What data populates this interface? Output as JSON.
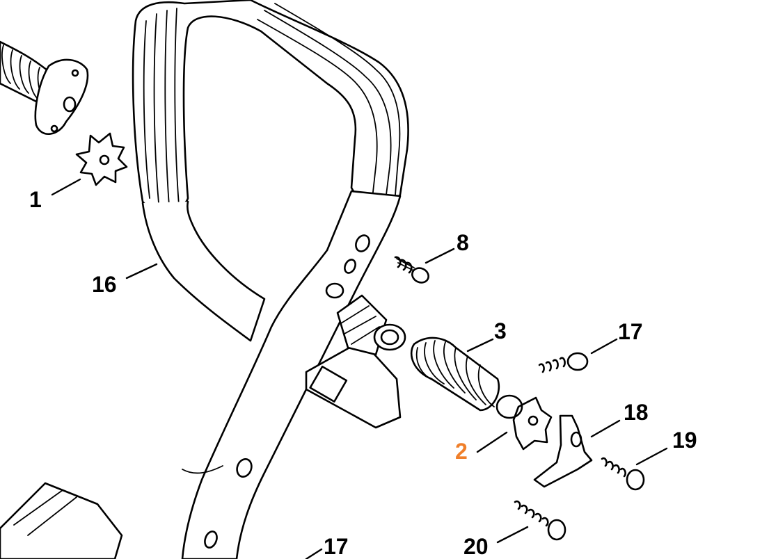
{
  "parts": [
    {
      "id": "part-1",
      "number": "1",
      "highlighted": false
    },
    {
      "id": "part-2",
      "number": "2",
      "highlighted": true
    },
    {
      "id": "part-3",
      "number": "3",
      "highlighted": false
    },
    {
      "id": "part-8",
      "number": "8",
      "highlighted": false
    },
    {
      "id": "part-16",
      "number": "16",
      "highlighted": false
    },
    {
      "id": "part-17a",
      "number": "17",
      "highlighted": false
    },
    {
      "id": "part-17b",
      "number": "17",
      "highlighted": false
    },
    {
      "id": "part-18",
      "number": "18",
      "highlighted": false
    },
    {
      "id": "part-19",
      "number": "19",
      "highlighted": false
    },
    {
      "id": "part-20",
      "number": "20",
      "highlighted": false
    }
  ],
  "colors": {
    "highlight": "#f07f2a",
    "line": "#000000",
    "label": "#000000",
    "highlight_label": "#f07f2a",
    "background": "#ffffff"
  }
}
